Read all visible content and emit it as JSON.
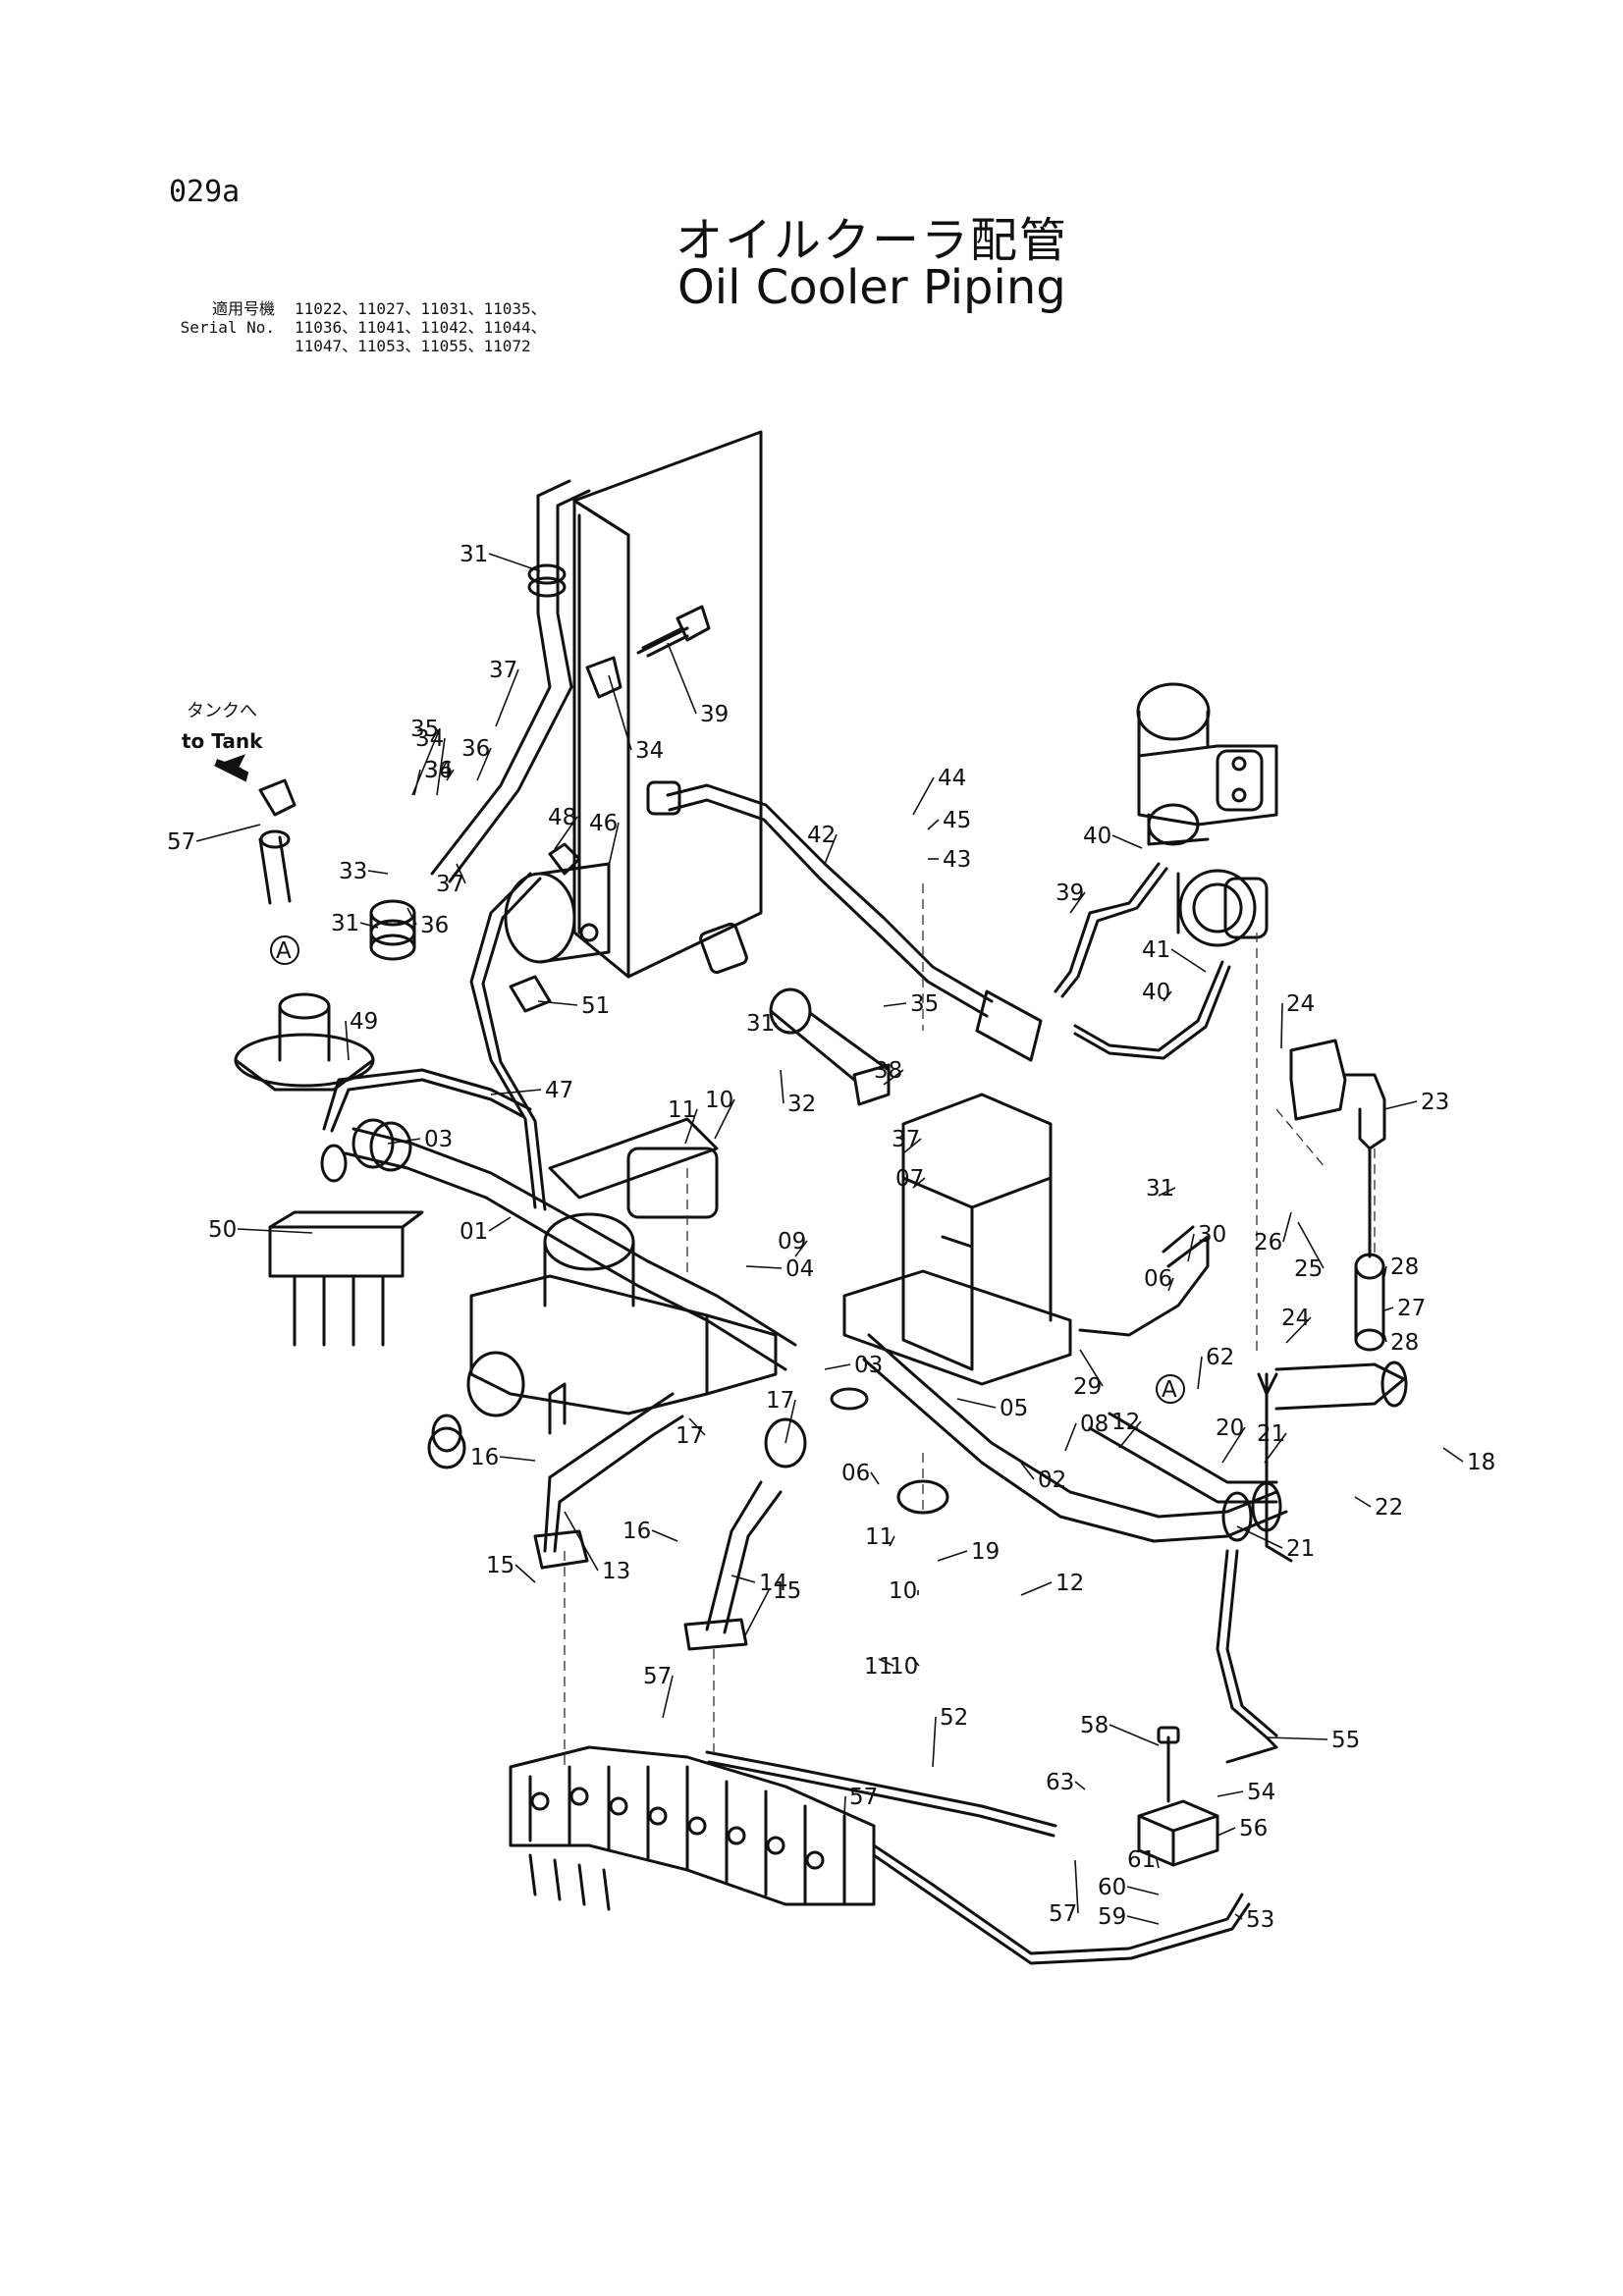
{
  "page_code": "029a",
  "title_jp": "オイルクーラ配管",
  "title_en": "Oil Cooler Piping",
  "serial": {
    "label_jp": "適用号機",
    "label_en": "Serial No.",
    "lines": [
      "11022、11027、11031、11035、",
      "11036、11041、11042、11044、",
      "11047、11053、11055、11072"
    ]
  },
  "to_tank": {
    "jp": "タンクへ",
    "en": "to Tank"
  },
  "connector_mark": "A",
  "callouts": [
    "01",
    "02",
    "03",
    "03",
    "04",
    "05",
    "06",
    "06",
    "07",
    "08",
    "09",
    "10",
    "10",
    "10",
    "11",
    "11",
    "11",
    "12",
    "12",
    "13",
    "14",
    "15",
    "15",
    "16",
    "16",
    "17",
    "17",
    "18",
    "19",
    "20",
    "21",
    "21",
    "22",
    "23",
    "24",
    "24",
    "25",
    "26",
    "27",
    "28",
    "28",
    "29",
    "30",
    "31",
    "31",
    "31",
    "31",
    "32",
    "33",
    "34",
    "34",
    "34",
    "35",
    "35",
    "36",
    "36",
    "36",
    "37",
    "37",
    "37",
    "38",
    "39",
    "39",
    "40",
    "40",
    "41",
    "42",
    "43",
    "44",
    "45",
    "46",
    "47",
    "48",
    "49",
    "50",
    "51",
    "52",
    "53",
    "54",
    "55",
    "56",
    "57",
    "57",
    "57",
    "57",
    "58",
    "59",
    "60",
    "61",
    "62",
    "63"
  ]
}
